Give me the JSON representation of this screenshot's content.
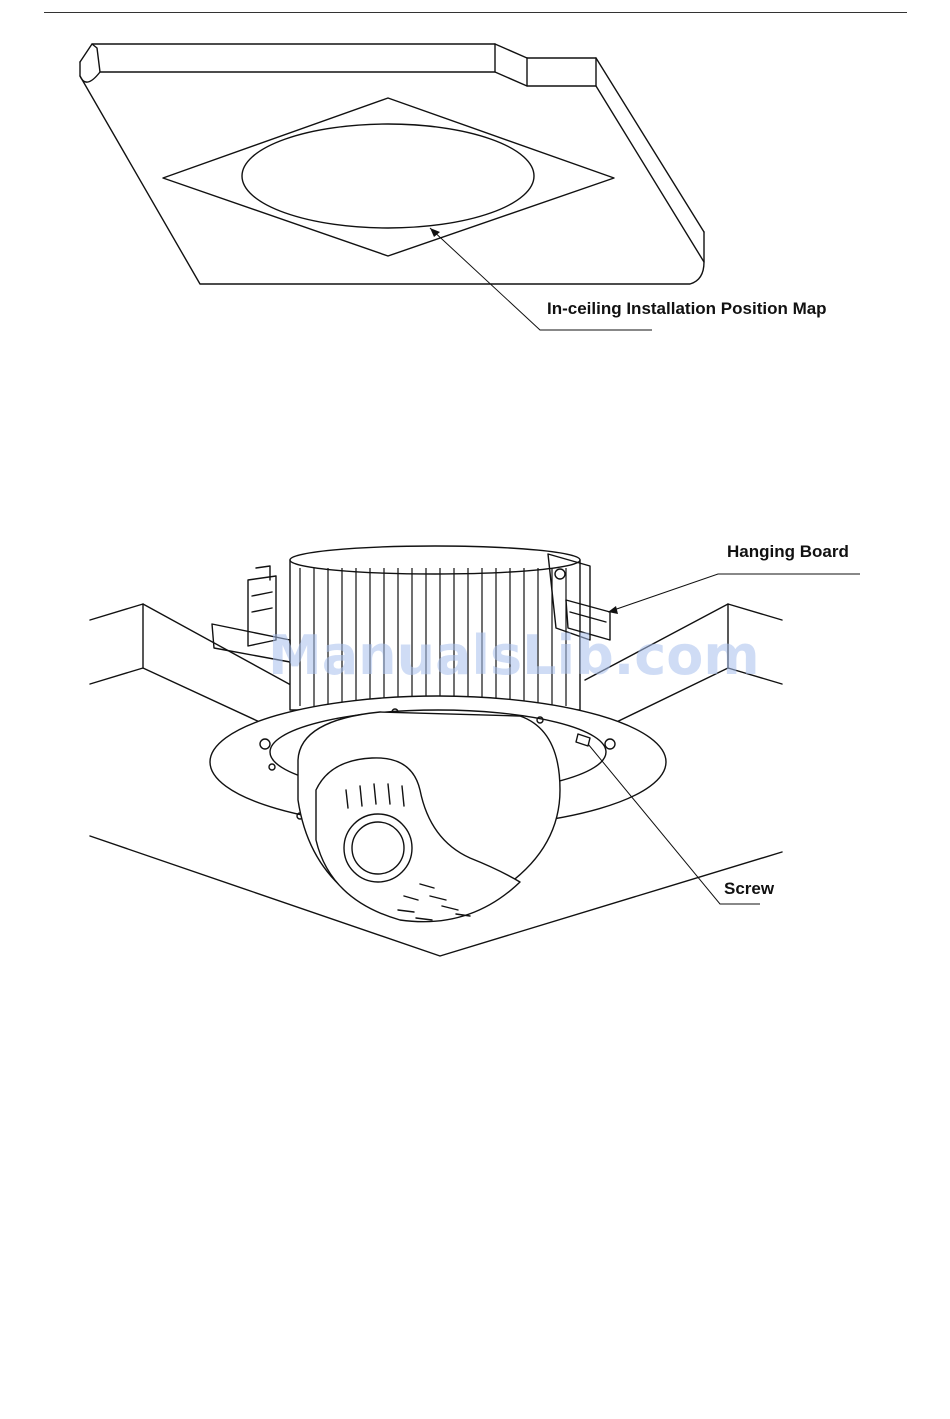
{
  "figure1": {
    "label": "In-ceiling Installation Position Map"
  },
  "figure2": {
    "labels": {
      "hanging_board": "Hanging Board",
      "screw": "Screw"
    },
    "watermark": "ManualsLib.com"
  }
}
